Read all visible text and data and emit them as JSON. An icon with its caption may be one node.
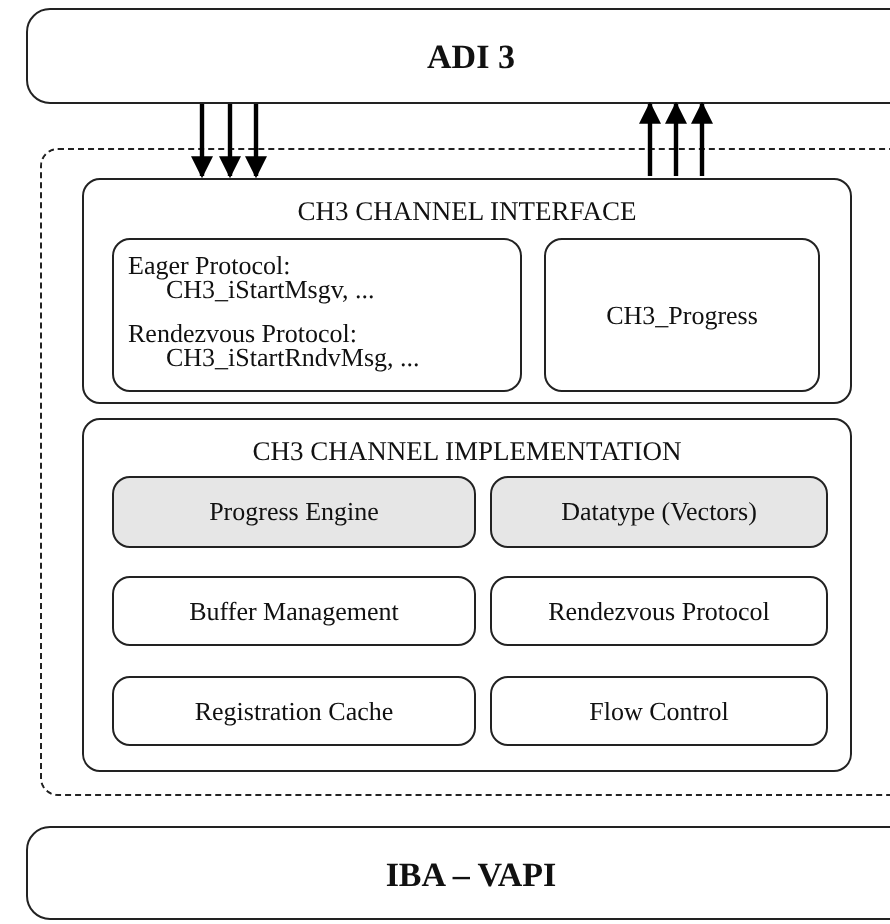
{
  "diagram": {
    "nodes": [
      {
        "text": [
          "ADI 3"
        ]
      },
      {
        "text": [],
        "shape": "box"
      },
      {
        "text": [
          "CH3 CHANNEL INTERFACE"
        ],
        "in": 1
      },
      {
        "text": [
          "Eager Protocol:",
          "CH3_iStartMsgv, ...",
          "Rendezvous Protocol:",
          "CH3_iStartRndvMsg, ..."
        ],
        "in": 2
      },
      {
        "text": [
          "CH3_Progress"
        ],
        "in": 2
      },
      {
        "text": [
          "CH3 CHANNEL IMPLEMENTATION"
        ],
        "in": 1
      },
      {
        "text": [
          "Progress Engine"
        ],
        "in": 5
      },
      {
        "text": [
          "Datatype (Vectors)"
        ],
        "in": 5
      },
      {
        "text": [
          "Buffer Management"
        ],
        "in": 5
      },
      {
        "text": [
          "Rendezvous Protocol"
        ],
        "in": 5
      },
      {
        "text": [
          "Registration Cache"
        ],
        "in": 5
      },
      {
        "text": [
          "Flow Control"
        ],
        "in": 5
      },
      {
        "text": [
          "IBA – VAPI"
        ]
      }
    ],
    "edges": [
      {
        "from": 0,
        "to": 2,
        "arrow": "to"
      },
      {
        "from": 0,
        "to": 2,
        "arrow": "to"
      },
      {
        "from": 0,
        "to": 2,
        "arrow": "to"
      },
      {
        "from": 2,
        "to": 0,
        "arrow": "to"
      },
      {
        "from": 2,
        "to": 0,
        "arrow": "to"
      },
      {
        "from": 2,
        "to": 0,
        "arrow": "to"
      }
    ]
  }
}
